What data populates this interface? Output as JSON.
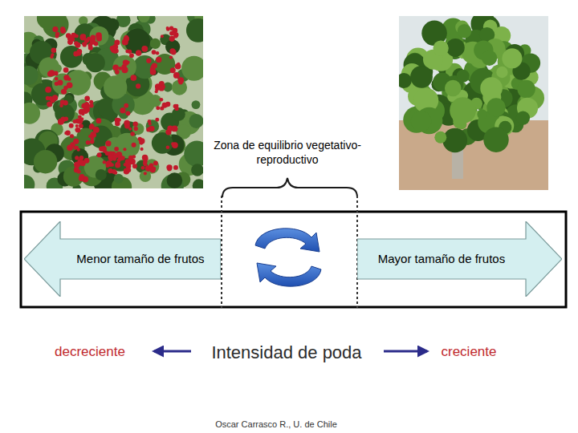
{
  "diagram": {
    "nodes": [
      {
        "text": [
          "Menor tamaño de frutos"
        ]
      },
      {
        "text": [
          "Mayor tamaño de frutos"
        ]
      }
    ],
    "labels": [
      "Zona de equilibrio vegetativo-reproductivo",
      "decreciente",
      "Intensidad de poda",
      "creciente",
      "Oscar Carrasco R., U. de Chile"
    ]
  }
}
